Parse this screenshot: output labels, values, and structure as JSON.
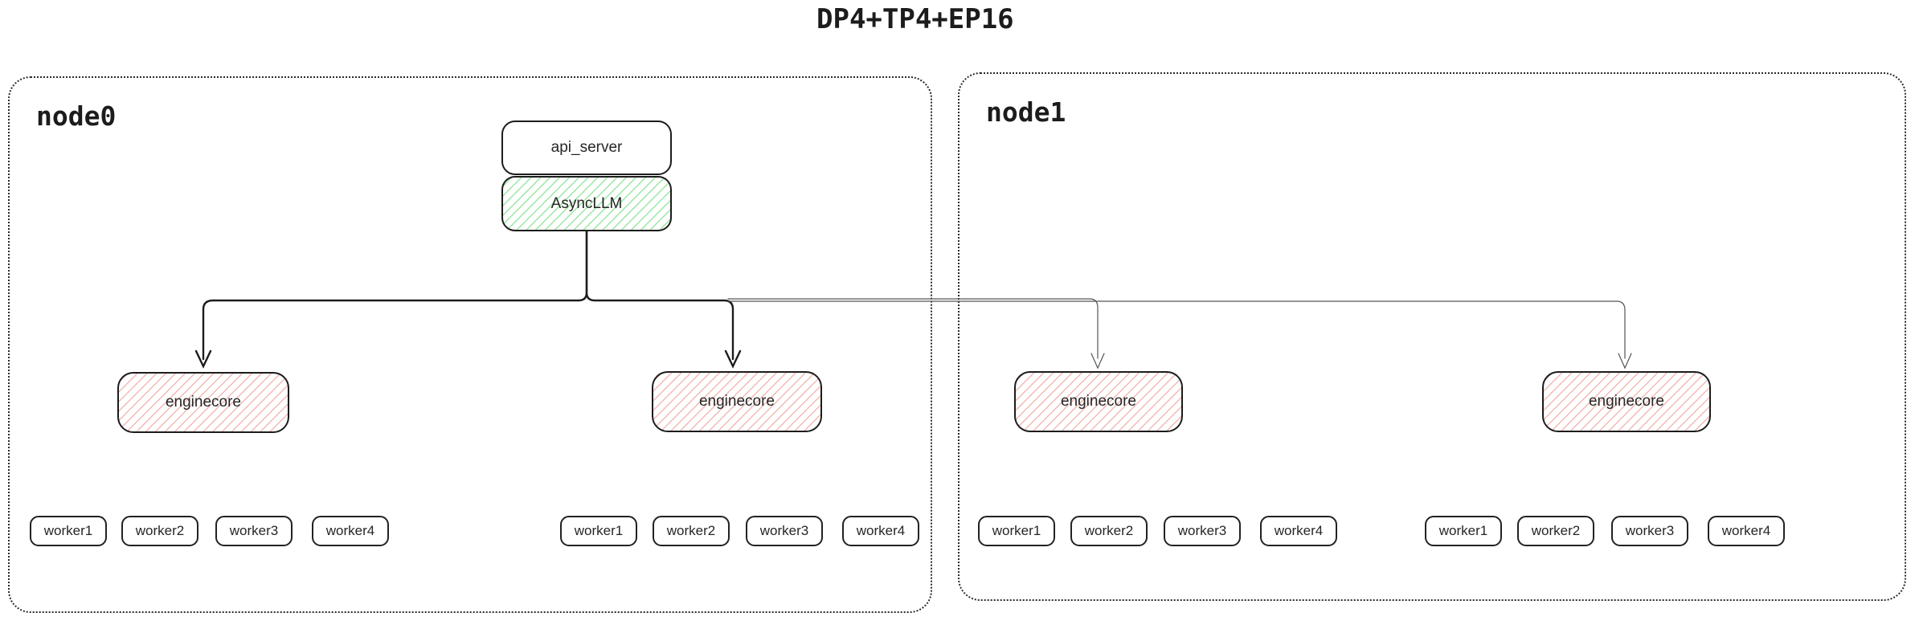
{
  "title": "DP4+TP4+EP16",
  "nodes": [
    {
      "label": "node0"
    },
    {
      "label": "node1"
    }
  ],
  "api_server": {
    "label": "api_server"
  },
  "async_llm": {
    "label": "AsyncLLM"
  },
  "enginecores": [
    {
      "label": "enginecore"
    },
    {
      "label": "enginecore"
    },
    {
      "label": "enginecore"
    },
    {
      "label": "enginecore"
    }
  ],
  "worker_groups": [
    {
      "workers": [
        "worker1",
        "worker2",
        "worker3",
        "worker4"
      ]
    },
    {
      "workers": [
        "worker1",
        "worker2",
        "worker3",
        "worker4"
      ]
    },
    {
      "workers": [
        "worker1",
        "worker2",
        "worker3",
        "worker4"
      ]
    },
    {
      "workers": [
        "worker1",
        "worker2",
        "worker3",
        "worker4"
      ]
    }
  ],
  "colors": {
    "edge_strong": "#1c1c1c",
    "edge_light": "#545454",
    "green_hatch": "#9ae6a1",
    "pink_hatch": "#f2b9b4",
    "box_border": "#1c1c1c",
    "node_border_dotted": "#2b2b2b"
  }
}
